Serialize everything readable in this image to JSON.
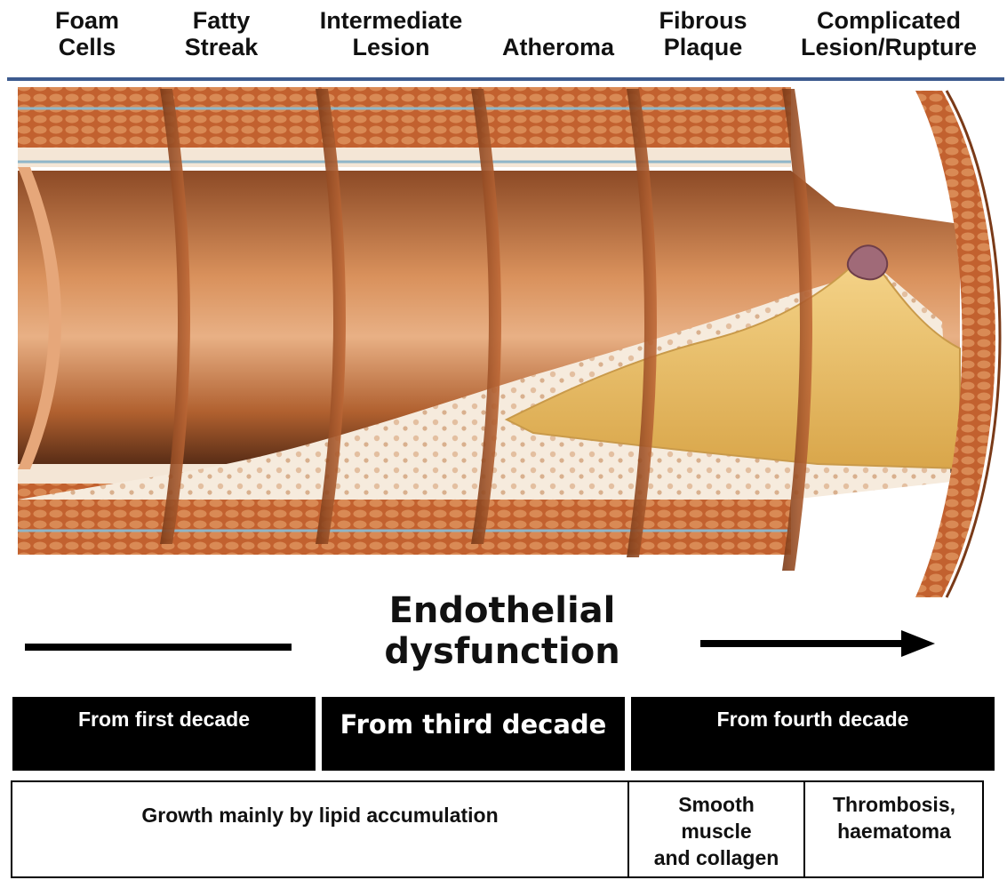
{
  "stages": [
    {
      "id": "foam-cells",
      "label": "Foam\nCells"
    },
    {
      "id": "fatty-streak",
      "label": "Fatty\nStreak"
    },
    {
      "id": "intermediate-lesion",
      "label": "Intermediate\nLesion"
    },
    {
      "id": "atheroma",
      "label": "Atheroma"
    },
    {
      "id": "fibrous-plaque",
      "label": "Fibrous\nPlaque"
    },
    {
      "id": "complicated-lesion",
      "label": "Complicated\nLesion/Rupture"
    }
  ],
  "process_label": "Endothelial\ndysfunction",
  "onset": [
    {
      "id": "first",
      "label": "From first decade"
    },
    {
      "id": "third",
      "label": "From third decade"
    },
    {
      "id": "fourth",
      "label": "From fourth decade"
    }
  ],
  "mechanisms": [
    {
      "id": "lipid",
      "label": "Growth mainly by lipid accumulation"
    },
    {
      "id": "smooth-muscle",
      "label": "Smooth\nmuscle\nand collagen"
    },
    {
      "id": "thrombosis",
      "label": "Thrombosis,\nhaematoma"
    }
  ],
  "colors": {
    "header_rule": "#3d5b8f",
    "vessel_wall": "#c86a3a",
    "lumen": "#b0602f",
    "plaque": "#f0c870",
    "intima": "#f4e6d6"
  }
}
